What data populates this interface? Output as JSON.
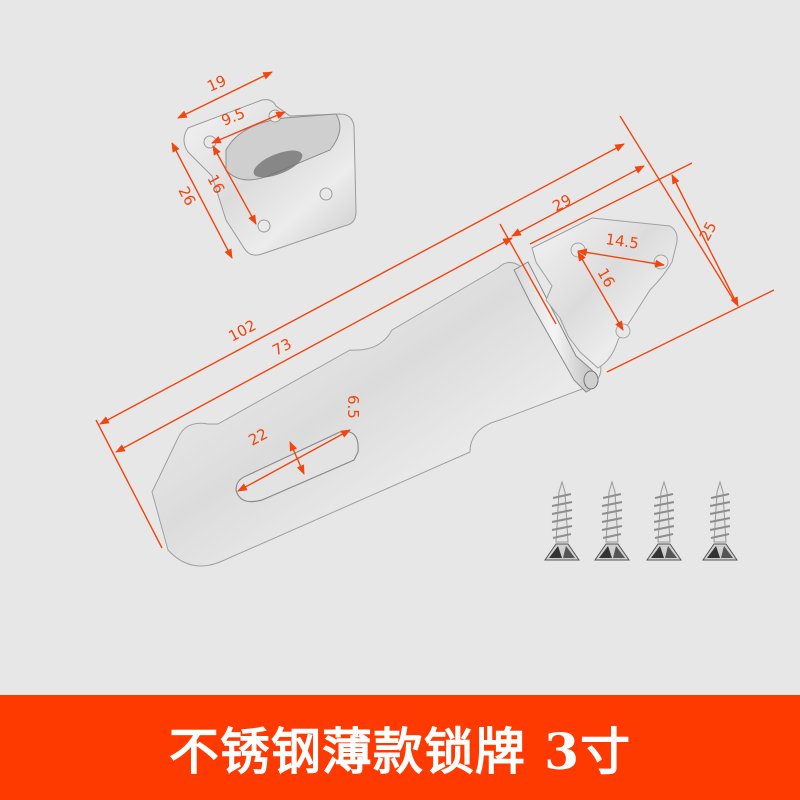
{
  "product": {
    "title": "不锈钢薄款锁牌 3寸"
  },
  "colors": {
    "background": "#e7e7e7",
    "banner": "#ff3a00",
    "dimension_line": "#f2450f",
    "banner_text": "#ffffff"
  },
  "staple_part": {
    "dimensions": {
      "width": "19",
      "hole_spacing": "9.5",
      "height": "26",
      "hole_vertical": "16"
    }
  },
  "hasp_part": {
    "dimensions": {
      "total_length": "102",
      "strap_length": "73",
      "hinge_plate_length": "29",
      "hinge_plate_width": "25",
      "plate_hole_spacing": "14.5",
      "plate_hole_vertical": "16",
      "slot_length": "22",
      "slot_width": "6.5"
    }
  },
  "screws": {
    "count": 4
  }
}
